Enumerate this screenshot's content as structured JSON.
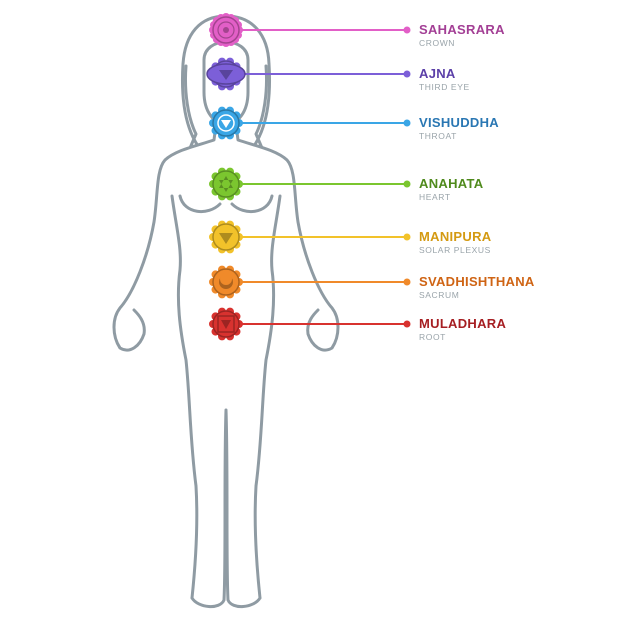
{
  "chakras": [
    {
      "name": "SAHASRARA",
      "subtitle": "CROWN",
      "color": "#e25fc7",
      "text_color": "#a33f95",
      "icon": "lotus-flower"
    },
    {
      "name": "AJNA",
      "subtitle": "THIRD EYE",
      "color": "#7c5fd8",
      "text_color": "#5b3fa8",
      "icon": "eye"
    },
    {
      "name": "VISHUDDHA",
      "subtitle": "THROAT",
      "color": "#3aa6e6",
      "text_color": "#2a77b3",
      "icon": "circle-triangle"
    },
    {
      "name": "ANAHATA",
      "subtitle": "HEART",
      "color": "#7bc62f",
      "text_color": "#4f8a1c",
      "icon": "star"
    },
    {
      "name": "MANIPURA",
      "subtitle": "SOLAR PLEXUS",
      "color": "#f2c22a",
      "text_color": "#d49a12",
      "icon": "triangle"
    },
    {
      "name": "SVADHISHTHANA",
      "subtitle": "SACRUM",
      "color": "#f08a2a",
      "text_color": "#cf6414",
      "icon": "crescent"
    },
    {
      "name": "MULADHARA",
      "subtitle": "ROOT",
      "color": "#d8322f",
      "text_color": "#a61e22",
      "icon": "square-triangle"
    }
  ],
  "body_outline_color": "#8f9ba3"
}
